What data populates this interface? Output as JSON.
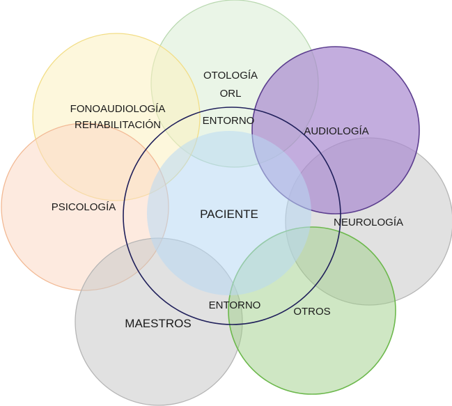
{
  "diagram": {
    "center_label": "PACIENTE",
    "environment_label_top": "ENTORNO",
    "environment_label_bottom": "ENTORNO",
    "circles": [
      {
        "id": "otologia",
        "lines": [
          "OTOLOGÍA",
          "ORL"
        ],
        "fill": "#d9ecd4",
        "stroke": "#b9d8b0"
      },
      {
        "id": "fonoaudiologia",
        "lines": [
          "FONOAUDIOLOGÍA",
          "REHABILITACIÓN"
        ],
        "fill": "#fbf0bf",
        "stroke": "#f2dd85"
      },
      {
        "id": "psicologia",
        "lines": [
          "PSICOLOGÍA"
        ],
        "fill": "#fbd8c4",
        "stroke": "#f2b994"
      },
      {
        "id": "maestros",
        "lines": [
          "MAESTROS"
        ],
        "fill": "#c9c9c9",
        "stroke": "#b5b5b5"
      },
      {
        "id": "otros",
        "lines": [
          "OTROS"
        ],
        "fill": "#9fd08a",
        "stroke": "#6cb84c"
      },
      {
        "id": "neurologia",
        "lines": [
          "NEUROLOGÍA"
        ],
        "fill": "#c9c9c9",
        "stroke": "#b5b5b5"
      },
      {
        "id": "audiologia",
        "lines": [
          "AUDIOLOGÍA"
        ],
        "fill": "#a98ad0",
        "stroke": "#5b3d8e"
      },
      {
        "id": "paciente",
        "fill": "#b8d8f4"
      }
    ],
    "environment_ring_color": "#1f1f5a"
  }
}
